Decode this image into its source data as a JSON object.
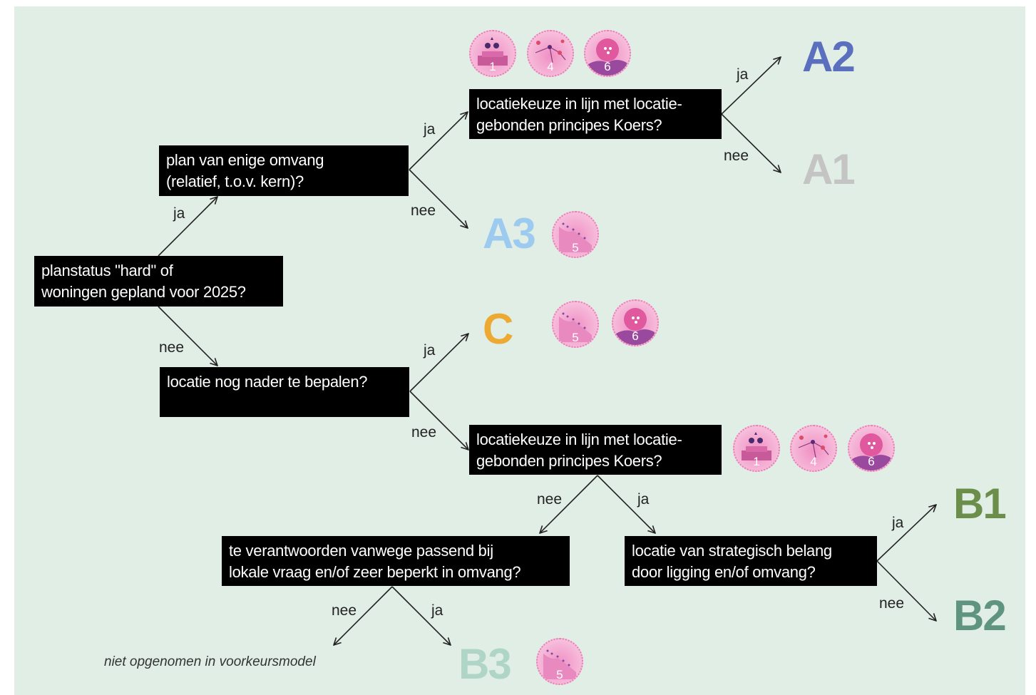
{
  "questions": {
    "planstatus": "planstatus \"hard\" of\nwoningen gepland voor 2025?",
    "omvang": "plan van enige omvang\n(relatief, t.o.v. kern)?",
    "locatie_lijn_top": "locatiekeuze in lijn met locatie-\ngebonden principes Koers?",
    "nader": "locatie nog nader te bepalen?",
    "locatie_lijn_mid": "locatiekeuze in lijn met locatie-\ngebonden principes Koers?",
    "verantwoorden": "te verantwoorden vanwege passend bij\nlokale vraag en/of zeer beperkt in omvang?",
    "strategisch": "locatie van strategisch belang\ndoor ligging en/of omvang?"
  },
  "answers": {
    "ja": "ja",
    "nee": "nee"
  },
  "results": {
    "A2": {
      "label": "A2",
      "color": "#5b6fbf"
    },
    "A1": {
      "label": "A1",
      "color": "#c4c4c4"
    },
    "A3": {
      "label": "A3",
      "color": "#9ccbef"
    },
    "C": {
      "label": "C",
      "color": "#ecaa33"
    },
    "B1": {
      "label": "B1",
      "color": "#6b8f4a"
    },
    "B2": {
      "label": "B2",
      "color": "#5f9480"
    },
    "B3": {
      "label": "B3",
      "color": "#aed5c6"
    }
  },
  "badges": {
    "b1": {
      "num": "1",
      "icon": "people-podium-icon"
    },
    "b4": {
      "num": "4",
      "icon": "network-map-icon"
    },
    "b5": {
      "num": "5",
      "icon": "landscape-dots-icon"
    },
    "b6": {
      "num": "6",
      "icon": "village-sun-icon"
    }
  },
  "note": "niet opgenomen in voorkeursmodel",
  "colors": {
    "background": "#e1eee5",
    "box": "#000000",
    "badge": "#f5b3d6"
  }
}
